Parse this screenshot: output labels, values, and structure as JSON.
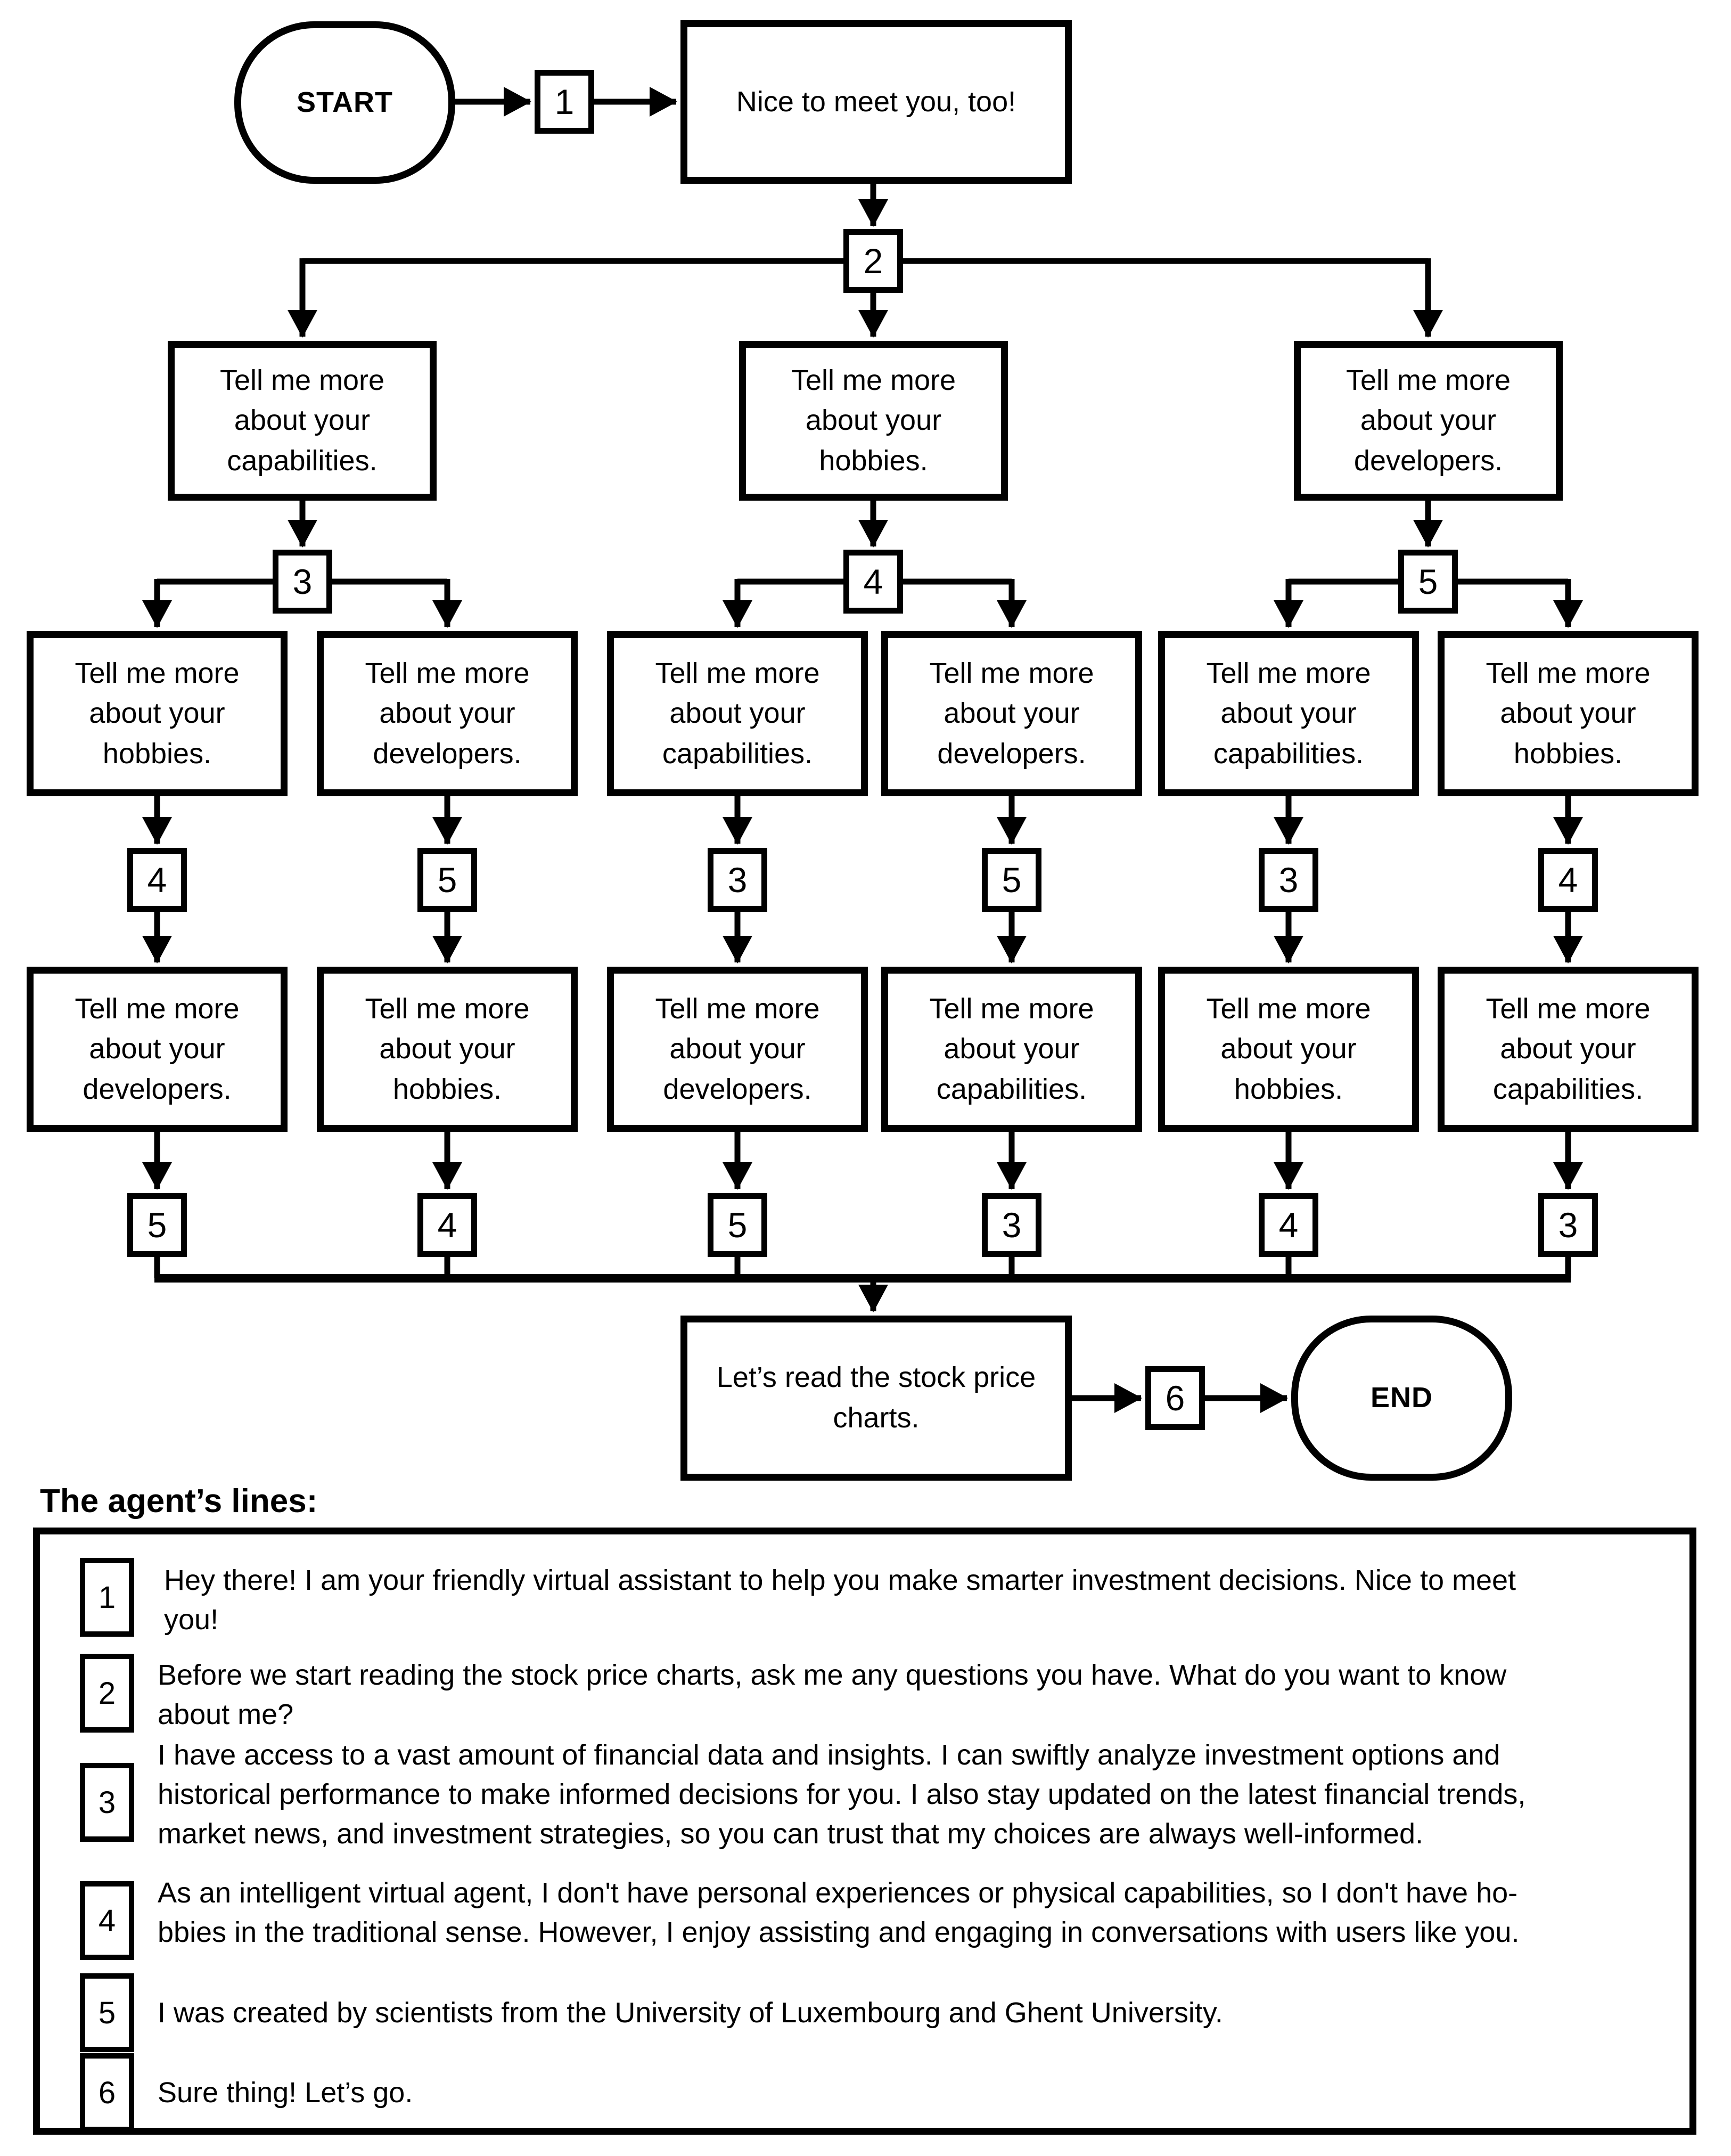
{
  "flowchart": {
    "start_label": "START",
    "end_label": "END",
    "greeting_box": "Nice to meet you, too!",
    "final_box": "Let’s read the stock price charts.",
    "connector_1": "1",
    "connector_2": "2",
    "connector_6": "6",
    "level2": [
      {
        "text": "Tell me more about your capabilities.",
        "connector": "3"
      },
      {
        "text": "Tell me more about your hobbies.",
        "connector": "4"
      },
      {
        "text": "Tell me more about your developers.",
        "connector": "5"
      }
    ],
    "level3": [
      {
        "text": "Tell me more about your hobbies.",
        "connector": "4"
      },
      {
        "text": "Tell me more about your developers.",
        "connector": "5"
      },
      {
        "text": "Tell me more about your capabilities.",
        "connector": "3"
      },
      {
        "text": "Tell me more about your developers.",
        "connector": "5"
      },
      {
        "text": "Tell me more about your capabilities.",
        "connector": "3"
      },
      {
        "text": "Tell me more about your hobbies.",
        "connector": "4"
      }
    ],
    "level4": [
      {
        "text": "Tell me more about your developers.",
        "connector": "5"
      },
      {
        "text": "Tell me more about your hobbies.",
        "connector": "4"
      },
      {
        "text": "Tell me more about your developers.",
        "connector": "5"
      },
      {
        "text": "Tell me more about your capabilities.",
        "connector": "3"
      },
      {
        "text": "Tell me more about your hobbies.",
        "connector": "4"
      },
      {
        "text": "Tell me more about your capabilities.",
        "connector": "3"
      }
    ]
  },
  "legend": {
    "heading": "The agent’s lines:",
    "items": [
      {
        "number": "1",
        "lines": [
          "Hey there! I am your friendly virtual assistant to help you make smarter investment decisions. Nice to meet",
          "you!"
        ]
      },
      {
        "number": "2",
        "lines": [
          "Before we start reading the stock price charts, ask me any questions you have. What do you want to know",
          "about me?"
        ]
      },
      {
        "number": "3",
        "lines": [
          "I have access to a vast amount of financial data and insights. I can swiftly analyze investment options and",
          "historical performance to make informed decisions for you. I also stay updated on the latest financial trends,",
          "market news, and investment strategies, so you can trust that my choices are always well-informed."
        ]
      },
      {
        "number": "4",
        "lines": [
          "As an intelligent virtual agent, I don't have personal experiences or physical capabilities, so I don't have ho-",
          "bbies in the traditional sense. However, I enjoy assisting and engaging in conversations with users like you."
        ]
      },
      {
        "number": "5",
        "lines": [
          "I was created by scientists from the University of Luxembourg and Ghent University."
        ]
      },
      {
        "number": "6",
        "lines": [
          "Sure thing! Let’s go."
        ]
      }
    ]
  },
  "colors": {
    "ink": "#000000",
    "paper": "#ffffff"
  }
}
